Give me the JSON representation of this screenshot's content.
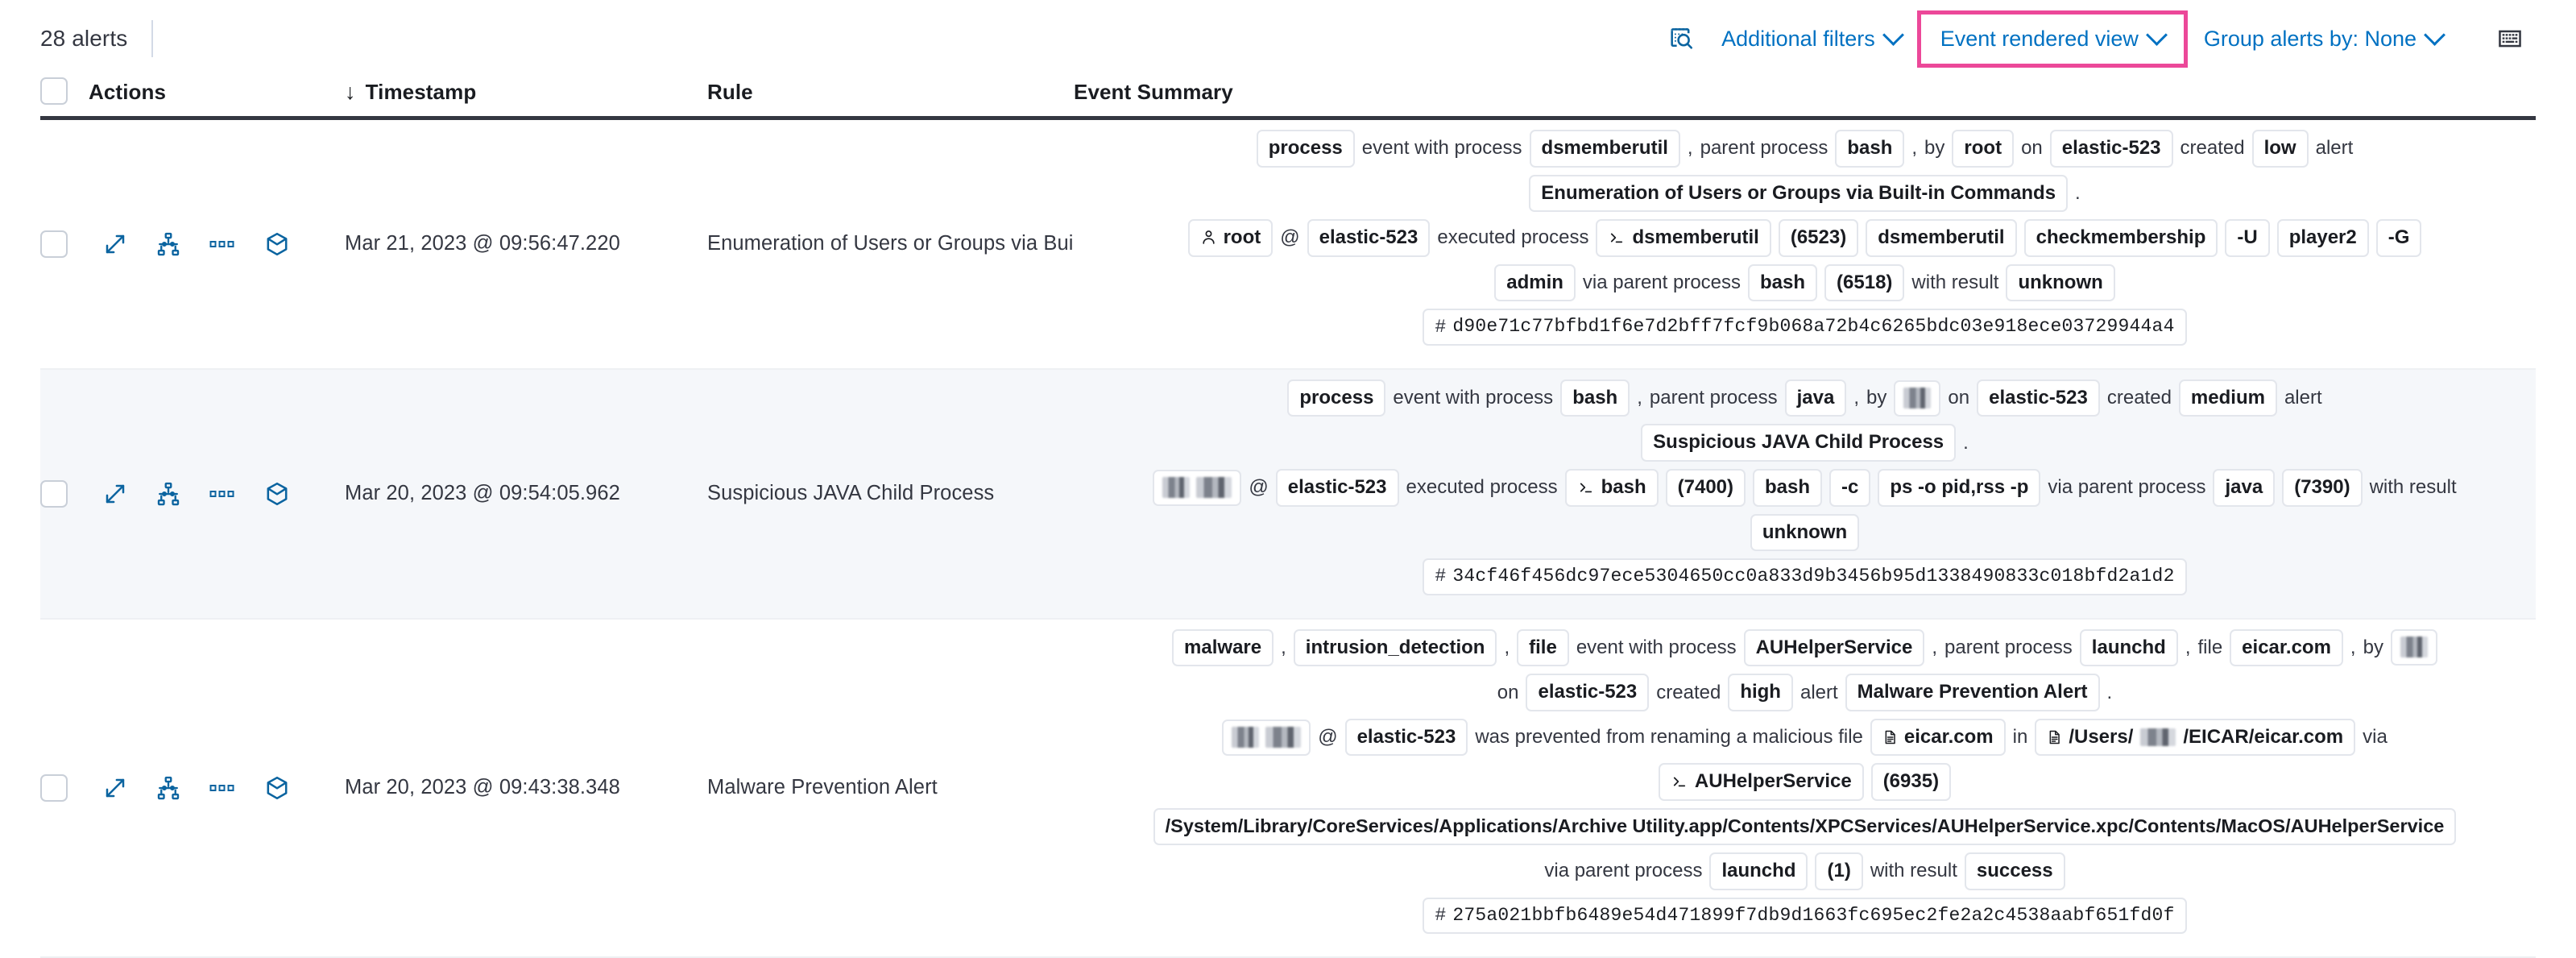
{
  "toolbar": {
    "alert_count": "28 alerts",
    "filter_icon": "inspect-filters-icon",
    "additional_filters_label": "Additional filters",
    "event_rendered_view_label": "Event rendered view",
    "group_alerts_by_label": "Group alerts by: None",
    "keyboard_icon": "keyboard-shortcuts-icon",
    "highlight_color": "#ec4899",
    "link_color": "#0071c2"
  },
  "table": {
    "headers": {
      "actions": "Actions",
      "timestamp": "Timestamp",
      "rule": "Rule",
      "event_summary": "Event Summary",
      "sort_arrow": "↓"
    },
    "row_actions": [
      "expand-icon",
      "analyze-event-icon",
      "more-actions-icon",
      "session-view-icon"
    ],
    "rows": [
      {
        "timestamp": "Mar 21, 2023 @ 09:56:47.220",
        "rule": "Enumeration of Users or Groups via Bui",
        "summary_lines": [
          [
            {
              "t": "tok",
              "v": "process"
            },
            {
              "t": "txt",
              "v": "event with process"
            },
            {
              "t": "tok",
              "v": "dsmemberutil"
            },
            {
              "t": "txt",
              "v": ","
            },
            {
              "t": "txt",
              "v": "parent process"
            },
            {
              "t": "tok",
              "v": "bash"
            },
            {
              "t": "txt",
              "v": ","
            },
            {
              "t": "txt",
              "v": "by"
            },
            {
              "t": "tok",
              "v": "root"
            },
            {
              "t": "txt",
              "v": "on"
            },
            {
              "t": "tok",
              "v": "elastic-523"
            },
            {
              "t": "txt",
              "v": "created"
            },
            {
              "t": "tok",
              "v": "low"
            },
            {
              "t": "txt",
              "v": "alert"
            }
          ],
          [
            {
              "t": "tok",
              "v": "Enumeration of Users or Groups via Built-in Commands"
            },
            {
              "t": "txt",
              "v": "."
            }
          ],
          [
            {
              "t": "tok",
              "v": "root",
              "icon": "user-icon"
            },
            {
              "t": "txt",
              "v": "@"
            },
            {
              "t": "tok",
              "v": "elastic-523"
            },
            {
              "t": "txt",
              "v": "executed process"
            },
            {
              "t": "tok",
              "v": "dsmemberutil",
              "icon": "console-icon"
            },
            {
              "t": "tok",
              "v": "(6523)"
            },
            {
              "t": "tok",
              "v": "dsmemberutil"
            },
            {
              "t": "tok",
              "v": "checkmembership"
            },
            {
              "t": "tok",
              "v": "-U"
            },
            {
              "t": "tok",
              "v": "player2"
            },
            {
              "t": "tok",
              "v": "-G"
            }
          ],
          [
            {
              "t": "tok",
              "v": "admin"
            },
            {
              "t": "txt",
              "v": "via parent process"
            },
            {
              "t": "tok",
              "v": "bash"
            },
            {
              "t": "tok",
              "v": "(6518)"
            },
            {
              "t": "txt",
              "v": "with result"
            },
            {
              "t": "tok",
              "v": "unknown"
            }
          ],
          [
            {
              "t": "tok",
              "v": "d90e71c77bfbd1f6e7d2bff7fcf9b068a72b4c6265bdc03e918ece03729944a4",
              "mono": true,
              "icon": "hash-icon"
            }
          ]
        ]
      },
      {
        "timestamp": "Mar 20, 2023 @ 09:54:05.962",
        "rule": "Suspicious JAVA Child Process",
        "summary_lines": [
          [
            {
              "t": "tok",
              "v": "process"
            },
            {
              "t": "txt",
              "v": "event with process"
            },
            {
              "t": "tok",
              "v": "bash"
            },
            {
              "t": "txt",
              "v": ","
            },
            {
              "t": "txt",
              "v": "parent process"
            },
            {
              "t": "tok",
              "v": "java"
            },
            {
              "t": "txt",
              "v": ","
            },
            {
              "t": "txt",
              "v": "by"
            },
            {
              "t": "tok",
              "v": "",
              "redacted": 1
            },
            {
              "t": "txt",
              "v": "on"
            },
            {
              "t": "tok",
              "v": "elastic-523"
            },
            {
              "t": "txt",
              "v": "created"
            },
            {
              "t": "tok",
              "v": "medium"
            },
            {
              "t": "txt",
              "v": "alert"
            }
          ],
          [
            {
              "t": "tok",
              "v": "Suspicious JAVA Child Process"
            },
            {
              "t": "txt",
              "v": "."
            }
          ],
          [
            {
              "t": "tok",
              "v": "",
              "redacted": 2
            },
            {
              "t": "txt",
              "v": "@"
            },
            {
              "t": "tok",
              "v": "elastic-523"
            },
            {
              "t": "txt",
              "v": "executed process"
            },
            {
              "t": "tok",
              "v": "bash",
              "icon": "console-icon"
            },
            {
              "t": "tok",
              "v": "(7400)"
            },
            {
              "t": "tok",
              "v": "bash"
            },
            {
              "t": "tok",
              "v": "-c"
            },
            {
              "t": "tok",
              "v": "ps -o pid,rss -p"
            },
            {
              "t": "txt",
              "v": "via parent process"
            },
            {
              "t": "tok",
              "v": "java"
            },
            {
              "t": "tok",
              "v": "(7390)"
            },
            {
              "t": "txt",
              "v": "with result"
            }
          ],
          [
            {
              "t": "tok",
              "v": "unknown"
            }
          ],
          [
            {
              "t": "tok",
              "v": "34cf46f456dc97ece5304650cc0a833d9b3456b95d1338490833c018bfd2a1d2",
              "mono": true,
              "icon": "hash-icon"
            }
          ]
        ]
      },
      {
        "timestamp": "Mar 20, 2023 @ 09:43:38.348",
        "rule": "Malware Prevention Alert",
        "summary_lines": [
          [
            {
              "t": "tok",
              "v": "malware"
            },
            {
              "t": "txt",
              "v": ","
            },
            {
              "t": "tok",
              "v": "intrusion_detection"
            },
            {
              "t": "txt",
              "v": ","
            },
            {
              "t": "tok",
              "v": "file"
            },
            {
              "t": "txt",
              "v": "event with process"
            },
            {
              "t": "tok",
              "v": "AUHelperService"
            },
            {
              "t": "txt",
              "v": ","
            },
            {
              "t": "txt",
              "v": "parent process"
            },
            {
              "t": "tok",
              "v": "launchd"
            },
            {
              "t": "txt",
              "v": ","
            },
            {
              "t": "txt",
              "v": "file"
            },
            {
              "t": "tok",
              "v": "eicar.com"
            },
            {
              "t": "txt",
              "v": ","
            },
            {
              "t": "txt",
              "v": "by"
            },
            {
              "t": "tok",
              "v": "",
              "redacted": 1
            }
          ],
          [
            {
              "t": "txt",
              "v": "on"
            },
            {
              "t": "tok",
              "v": "elastic-523"
            },
            {
              "t": "txt",
              "v": "created"
            },
            {
              "t": "tok",
              "v": "high"
            },
            {
              "t": "txt",
              "v": "alert"
            },
            {
              "t": "tok",
              "v": "Malware Prevention Alert"
            },
            {
              "t": "txt",
              "v": "."
            }
          ],
          [
            {
              "t": "tok",
              "v": "",
              "redacted": 2
            },
            {
              "t": "txt",
              "v": "@"
            },
            {
              "t": "tok",
              "v": "elastic-523"
            },
            {
              "t": "txt",
              "v": "was prevented from renaming a malicious file"
            },
            {
              "t": "tok",
              "v": "eicar.com",
              "icon": "file-icon"
            },
            {
              "t": "txt",
              "v": "in"
            },
            {
              "t": "tok",
              "v": "/Users/",
              "suffix": "/EICAR/eicar.com",
              "icon": "file-icon",
              "redacted_inline": 1
            },
            {
              "t": "txt",
              "v": "via"
            }
          ],
          [
            {
              "t": "tok",
              "v": "AUHelperService",
              "icon": "console-icon"
            },
            {
              "t": "tok",
              "v": "(6935)"
            }
          ],
          [
            {
              "t": "tok",
              "v": "/System/Library/CoreServices/Applications/Archive Utility.app/Contents/XPCServices/AUHelperService.xpc/Contents/MacOS/AUHelperService",
              "path": true
            }
          ],
          [
            {
              "t": "txt",
              "v": "via parent process"
            },
            {
              "t": "tok",
              "v": "launchd"
            },
            {
              "t": "tok",
              "v": "(1)"
            },
            {
              "t": "txt",
              "v": "with result"
            },
            {
              "t": "tok",
              "v": "success"
            }
          ],
          [
            {
              "t": "tok",
              "v": "275a021bbfb6489e54d471899f7db9d1663fc695ec2fe2a2c4538aabf651fd0f",
              "mono": true,
              "icon": "hash-icon"
            }
          ]
        ]
      }
    ]
  }
}
